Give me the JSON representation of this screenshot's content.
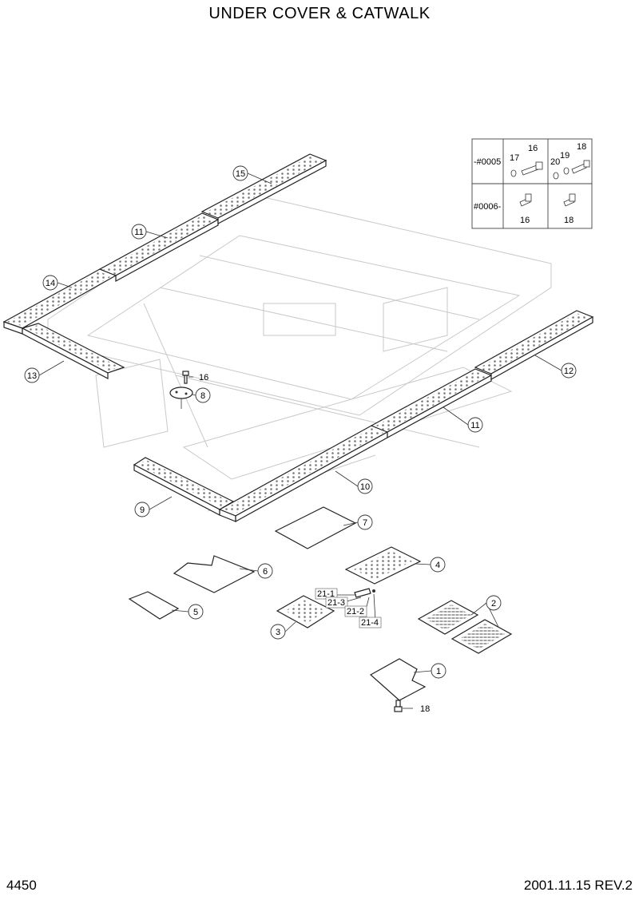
{
  "header": {
    "title": "UNDER COVER & CATWALK"
  },
  "footer": {
    "page_number": "4450",
    "revision": "2001.11.15  REV.2"
  },
  "serial_table": {
    "rows": [
      {
        "serial": "-#0005",
        "left_parts": [
          "17",
          "16"
        ],
        "right_parts": [
          "20",
          "19",
          "18"
        ]
      },
      {
        "serial": "#0006-",
        "left_parts": [
          "16"
        ],
        "right_parts": [
          "18"
        ]
      }
    ]
  },
  "callouts": {
    "c15": "15",
    "c11a": "11",
    "c14": "14",
    "c13": "13",
    "c16": "16",
    "c8": "8",
    "c12": "12",
    "c11b": "11",
    "c10": "10",
    "c9": "9",
    "c7": "7",
    "c6": "6",
    "c4": "4",
    "c5": "5",
    "c3": "3",
    "c2": "2",
    "c1": "1",
    "c18": "18",
    "c21_1": "21-1",
    "c21_3": "21-3",
    "c21_2": "21-2",
    "c21_4": "21-4"
  }
}
